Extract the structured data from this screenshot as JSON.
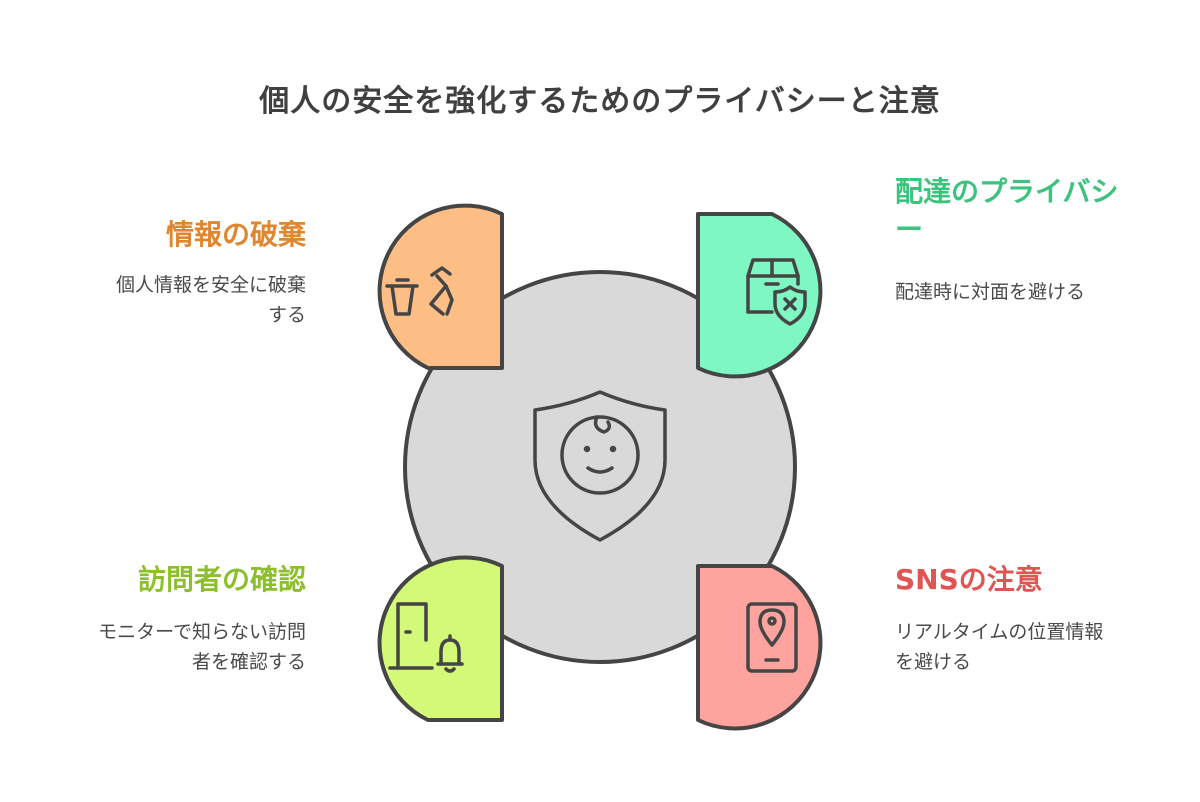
{
  "title": "個人の安全を強化するためのプライバシーと注意",
  "colors": {
    "center_circle": "#d9d9d9",
    "outline": "#454545",
    "shred": "#fcbe85",
    "delivery": "#7ef7c3",
    "visitor": "#d4f878",
    "sns": "#fea39d",
    "shred_text": "#e0862f",
    "delivery_text": "#3cc47e",
    "visitor_text": "#8cbf2c",
    "sns_text": "#e05553"
  },
  "center": {
    "icon": "child-shield-icon"
  },
  "sections": {
    "shred": {
      "heading": "情報の破棄",
      "desc_line1": "個人情報を安全に破棄",
      "desc_line2": "する",
      "icon": "trash-shredder-icon"
    },
    "delivery": {
      "heading_line1": "配達のプライバシ",
      "heading_line2": "ー",
      "desc": "配達時に対面を避ける",
      "icon": "package-shield-x-icon"
    },
    "visitor": {
      "heading": "訪問者の確認",
      "desc_line1": "モニターで知らない訪問",
      "desc_line2": "者を確認する",
      "icon": "door-bell-icon"
    },
    "sns": {
      "heading": "SNSの注意",
      "desc_line1": "リアルタイムの位置情報",
      "desc_line2": "を避ける",
      "icon": "phone-location-icon"
    }
  }
}
